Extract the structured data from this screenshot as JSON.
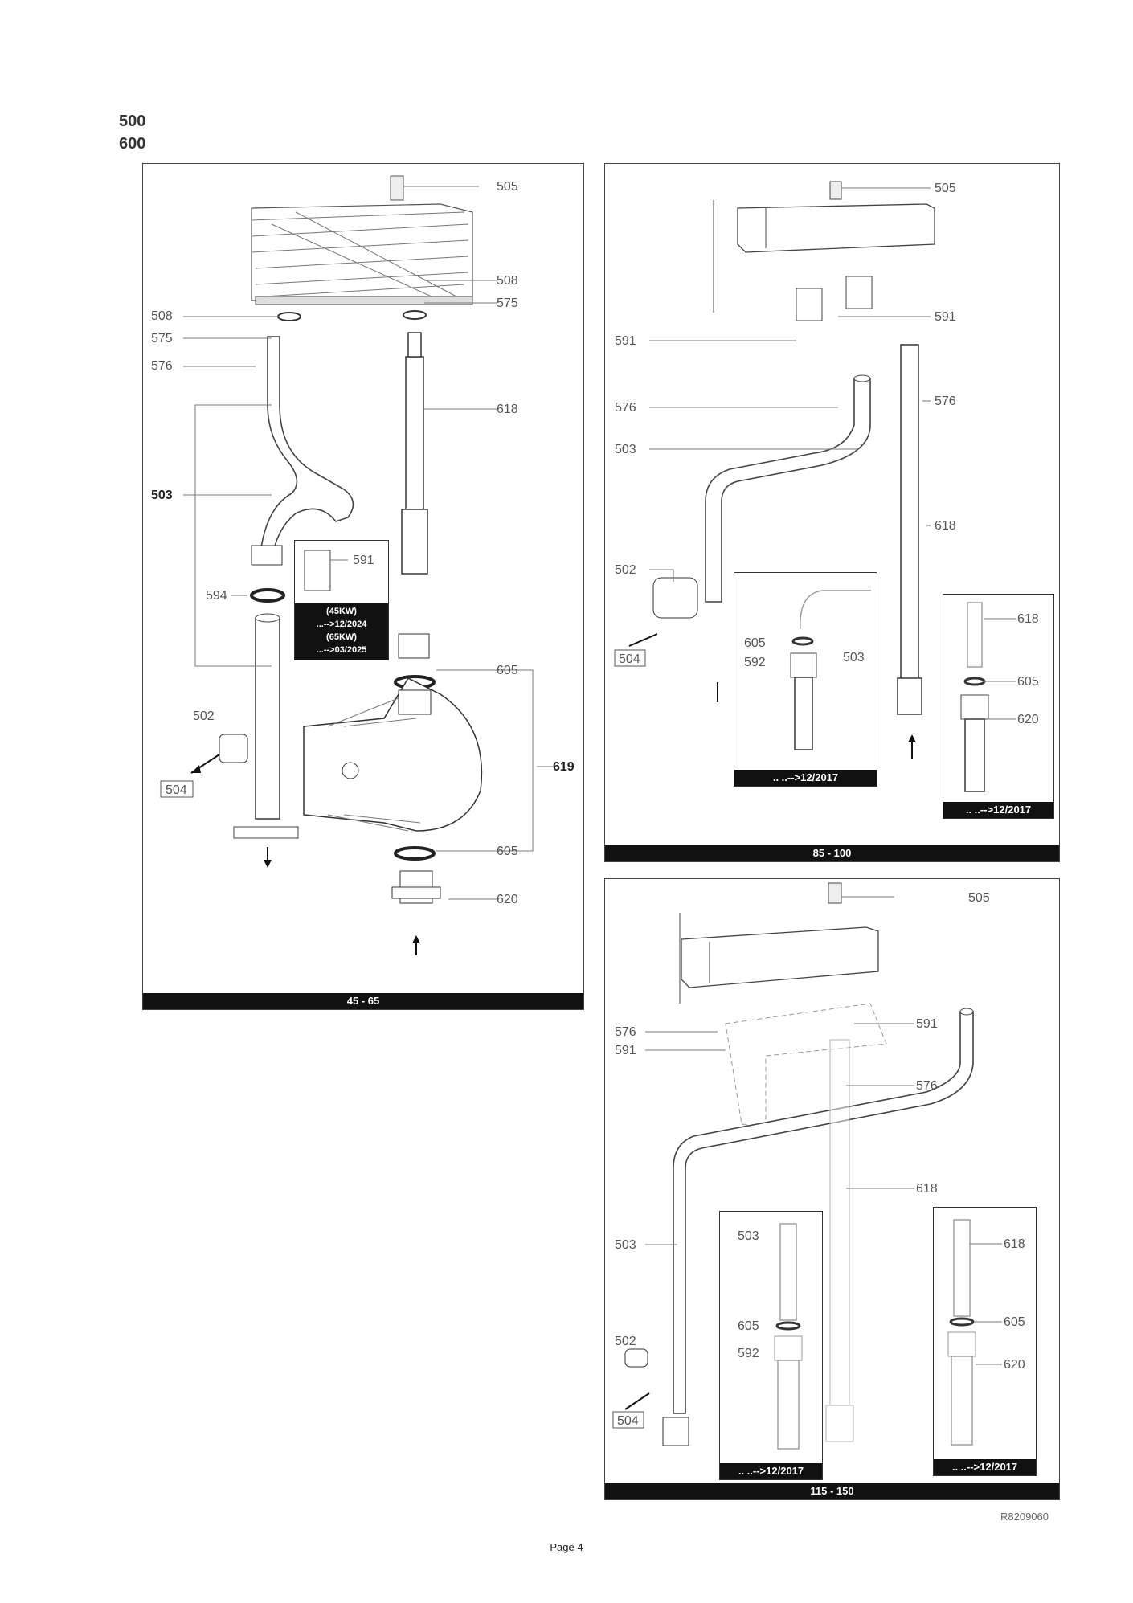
{
  "header": {
    "model_line1": "500",
    "model_line2": "600"
  },
  "panel1": {
    "range_label": "45 - 65",
    "callouts": {
      "c505": "505",
      "c508a": "508",
      "c575a": "575",
      "c508b": "508",
      "c575b": "575",
      "c576": "576",
      "c618": "618",
      "c503": "503",
      "c591": "591",
      "c594": "594",
      "c605a": "605",
      "c502": "502",
      "c504": "504",
      "c619": "619",
      "c605b": "605",
      "c620": "620"
    },
    "inset_note": {
      "l1": "(45KW)",
      "l2": "...-->12/2024",
      "l3": "(65KW)",
      "l4": "...-->03/2025"
    }
  },
  "panel2": {
    "range_label": "85 - 100",
    "callouts": {
      "c505": "505",
      "c591a": "591",
      "c591b": "591",
      "c576a": "576",
      "c576b": "576",
      "c503": "503",
      "c618": "618",
      "c502": "502",
      "c504": "504",
      "c605": "605",
      "c592": "592",
      "c503b": "503",
      "c618b": "618",
      "c605b": "605",
      "c620": "620"
    },
    "inset_a_label": ".. ..-->12/2017",
    "inset_b_label": ".. ..-->12/2017"
  },
  "panel3": {
    "range_label": "115 - 150",
    "callouts": {
      "c505": "505",
      "c576a": "576",
      "c591a": "591",
      "c591b": "591",
      "c576b": "576",
      "c618": "618",
      "c503": "503",
      "c503b": "503",
      "c605": "605",
      "c592": "592",
      "c502": "502",
      "c504": "504",
      "c618b": "618",
      "c605b": "605",
      "c620": "620"
    },
    "inset_a_label": ".. ..-->12/2017",
    "inset_b_label": ".. ..-->12/2017"
  },
  "footer": {
    "page": "Page 4",
    "ref": "R8209060"
  }
}
